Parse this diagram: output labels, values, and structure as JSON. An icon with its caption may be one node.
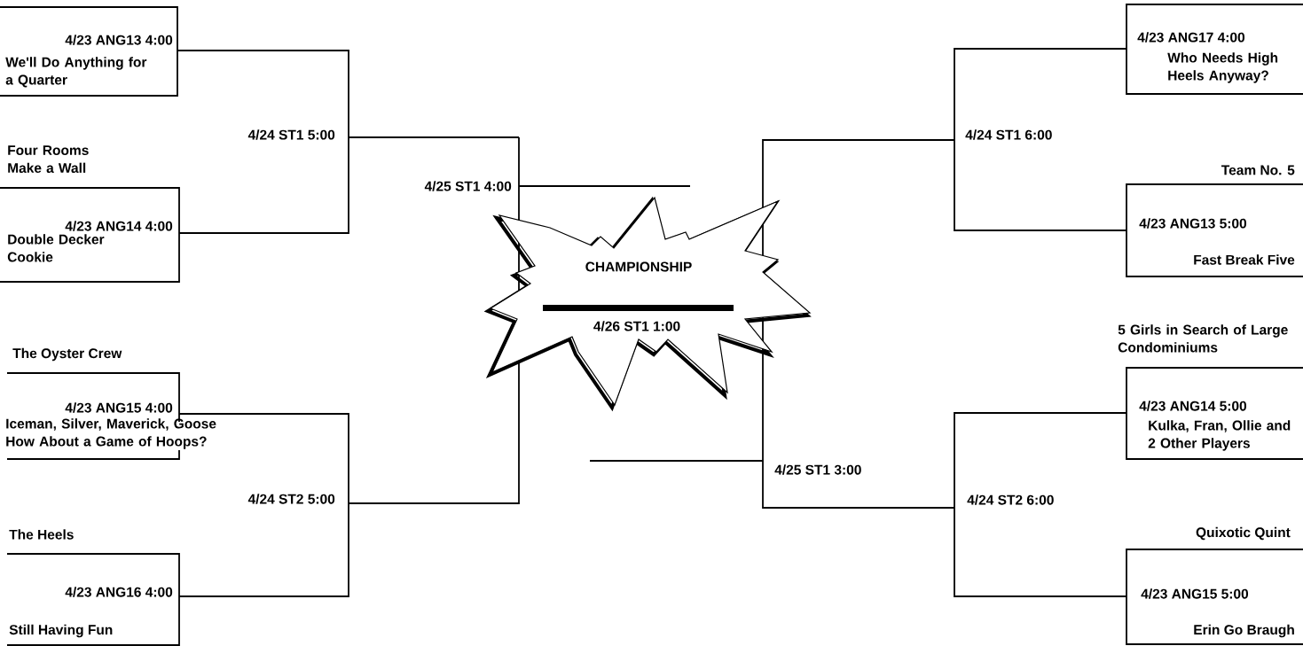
{
  "diagram": {
    "nodes": [
      {
        "text": [
          "CHAMPIONSHIP",
          "4/26 ST1 1:00"
        ]
      }
    ],
    "labels": [
      "4/23 ANG13 4:00",
      "We'll Do Anything for a Quarter",
      "Four Rooms Make a Wall",
      "4/24 ST1 5:00",
      "4/23 ANG14 4:00",
      "Double Decker Cookie",
      "4/25 ST1 4:00",
      "The Oyster Crew",
      "4/23 ANG15 4:00",
      "Iceman, Silver, Maverick, Goose How About a Game of Hoops?",
      "4/24 ST2 5:00",
      "The Heels",
      "4/23 ANG16 4:00",
      "Still Having Fun",
      "4/23 ANG17 4:00",
      "Who Needs High Heels Anyway?",
      "4/24 ST1 6:00",
      "Team No. 5",
      "4/23 ANG13 5:00",
      "Fast Break Five",
      "5 Girls in Search of Large Condominiums",
      "4/23 ANG14 5:00",
      "Kulka, Fran, Ollie and 2 Other Players",
      "4/24 ST2 6:00",
      "Quixotic Quint",
      "4/23 ANG15 5:00",
      "Erin Go Braugh",
      "4/25 ST1 3:00"
    ]
  }
}
